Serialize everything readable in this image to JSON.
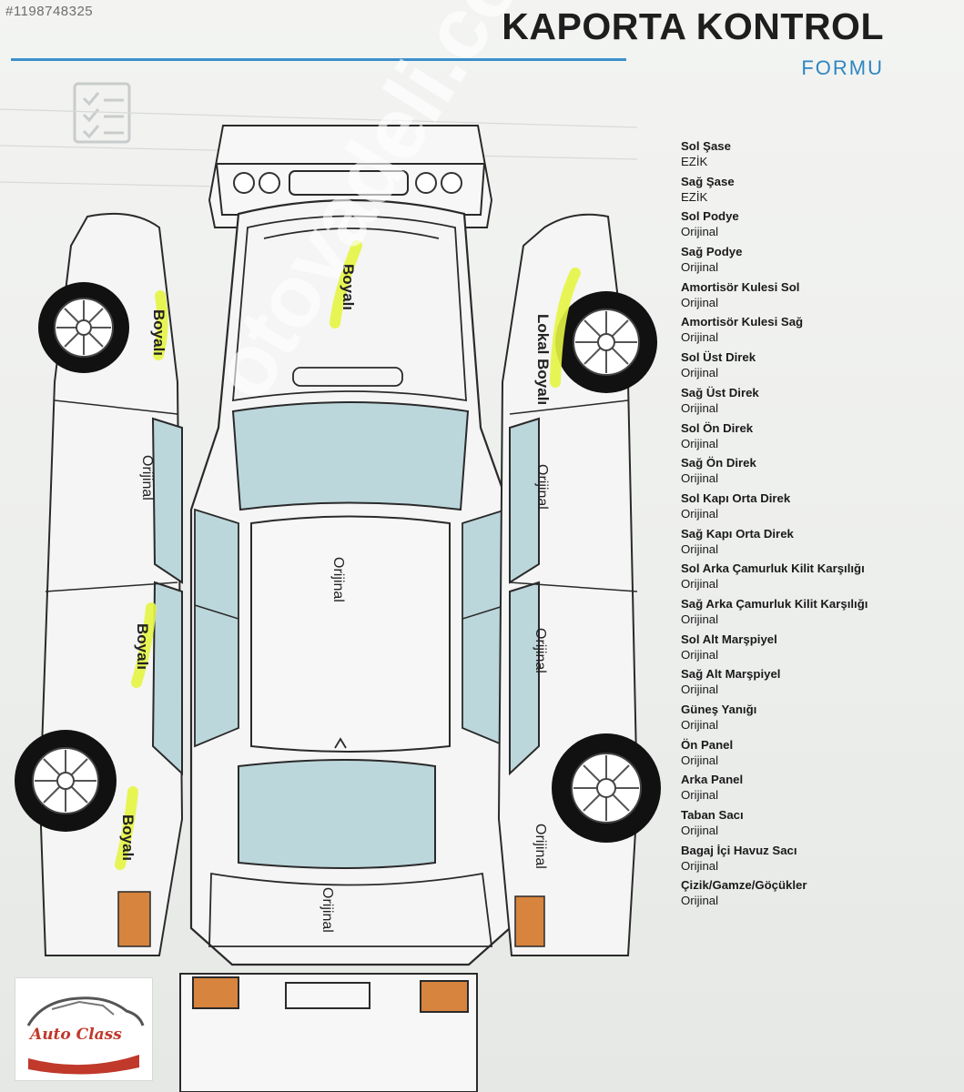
{
  "listing_id": "#1198748325",
  "header": {
    "title": "KAPORTA KONTROL",
    "subtitle": "FORMU"
  },
  "parts": [
    {
      "name": "Sol Şase",
      "status": "EZİK"
    },
    {
      "name": "Sağ Şase",
      "status": "EZİK"
    },
    {
      "name": "Sol Podye",
      "status": "Orijinal"
    },
    {
      "name": "Sağ Podye",
      "status": "Orijinal"
    },
    {
      "name": "Amortisör Kulesi Sol",
      "status": "Orijinal"
    },
    {
      "name": "Amortisör Kulesi Sağ",
      "status": "Orijinal"
    },
    {
      "name": "Sol Üst Direk",
      "status": "Orijinal"
    },
    {
      "name": "Sağ Üst Direk",
      "status": "Orijinal"
    },
    {
      "name": "Sol Ön Direk",
      "status": "Orijinal"
    },
    {
      "name": "Sağ Ön Direk",
      "status": "Orijinal"
    },
    {
      "name": "Sol Kapı Orta Direk",
      "status": "Orijinal"
    },
    {
      "name": "Sağ Kapı Orta Direk",
      "status": "Orijinal"
    },
    {
      "name": "Sol Arka Çamurluk Kilit Karşılığı",
      "status": "Orijinal"
    },
    {
      "name": "Sağ Arka Çamurluk Kilit Karşılığı",
      "status": "Orijinal"
    },
    {
      "name": "Sol Alt Marşpiyel",
      "status": "Orijinal"
    },
    {
      "name": "Sağ Alt Marşpiyel",
      "status": "Orijinal"
    },
    {
      "name": "Güneş Yanığı",
      "status": "Orijinal"
    },
    {
      "name": "Ön Panel",
      "status": "Orijinal"
    },
    {
      "name": "Arka Panel",
      "status": "Orijinal"
    },
    {
      "name": "Taban Sacı",
      "status": "Orijinal"
    },
    {
      "name": "Bagaj İçi Havuz Sacı",
      "status": "Orijinal"
    },
    {
      "name": "Çizik/Gamze/Göçükler",
      "status": "Orijinal"
    }
  ],
  "diagram": {
    "hood": "Boyalı",
    "left_front_fender": "Boyalı",
    "left_front_door": "Orijinal",
    "left_rear_door": "Boyalı",
    "left_rear_fender": "Boyalı",
    "roof": "Orijinal",
    "trunk": "Orijinal",
    "right_front_fender": "Lokal Boyalı",
    "right_front_door": "Orijinal",
    "right_rear_door": "Orijinal",
    "right_rear_fender": "Orijinal"
  },
  "watermark": "otovadeli.com",
  "logo": {
    "text": "Auto Class"
  },
  "colors": {
    "title": "#1e1e1e",
    "accent_blue": "#3d8fca",
    "highlight": "#e6f542",
    "glass": "#bcd7dc",
    "light_red": "#c0392b"
  }
}
